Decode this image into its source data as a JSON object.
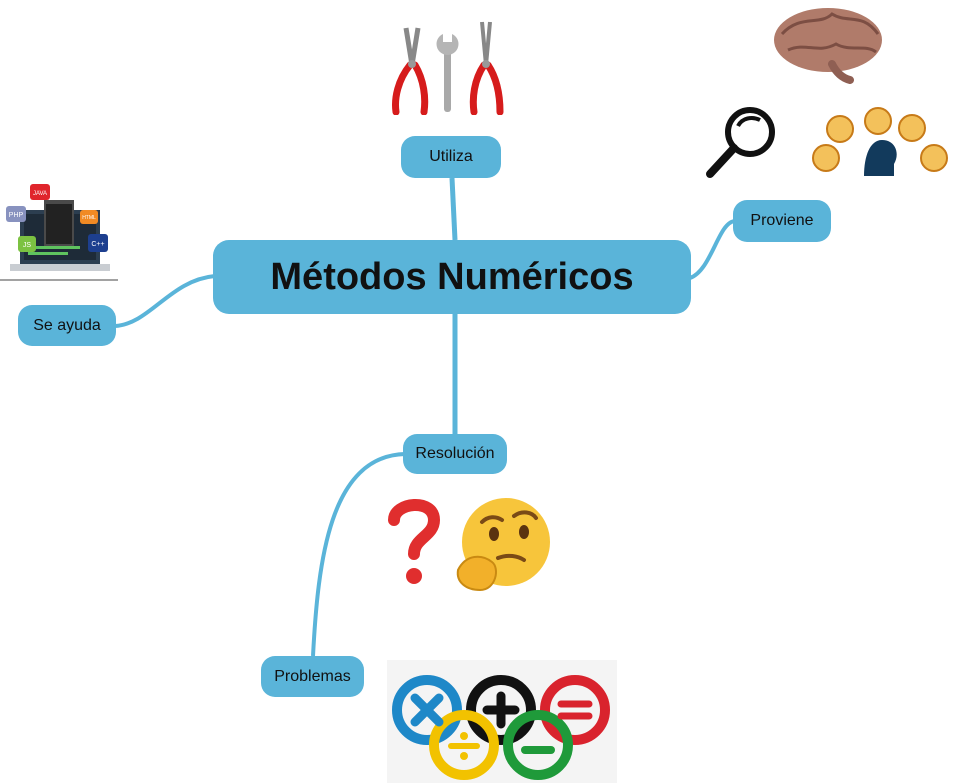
{
  "central": {
    "label": "Métodos Numéricos"
  },
  "branches": {
    "utiliza": "Utiliza",
    "proviene": "Proviene",
    "se_ayuda": "Se ayuda",
    "resolucion": "Resolución",
    "problemas": "Problemas"
  },
  "badges": {
    "java": "JAVA",
    "php": "PHP",
    "html": "HTML",
    "js": "JS",
    "cpp": "C++"
  },
  "colors": {
    "node": "#5ab4d9",
    "connector": "#5ab4d9",
    "ring_blue": "#1e88c8",
    "ring_black": "#111111",
    "ring_red": "#d9232d",
    "ring_yellow": "#f2c200",
    "ring_green": "#1f9a3a"
  },
  "icons": [
    "pliers-icon",
    "wrench-icon",
    "brain-icon",
    "magnifier-icon",
    "child-thinking-icon",
    "laptop-code-icon",
    "question-mark-icon",
    "thinking-face-icon",
    "math-rings-icon"
  ]
}
